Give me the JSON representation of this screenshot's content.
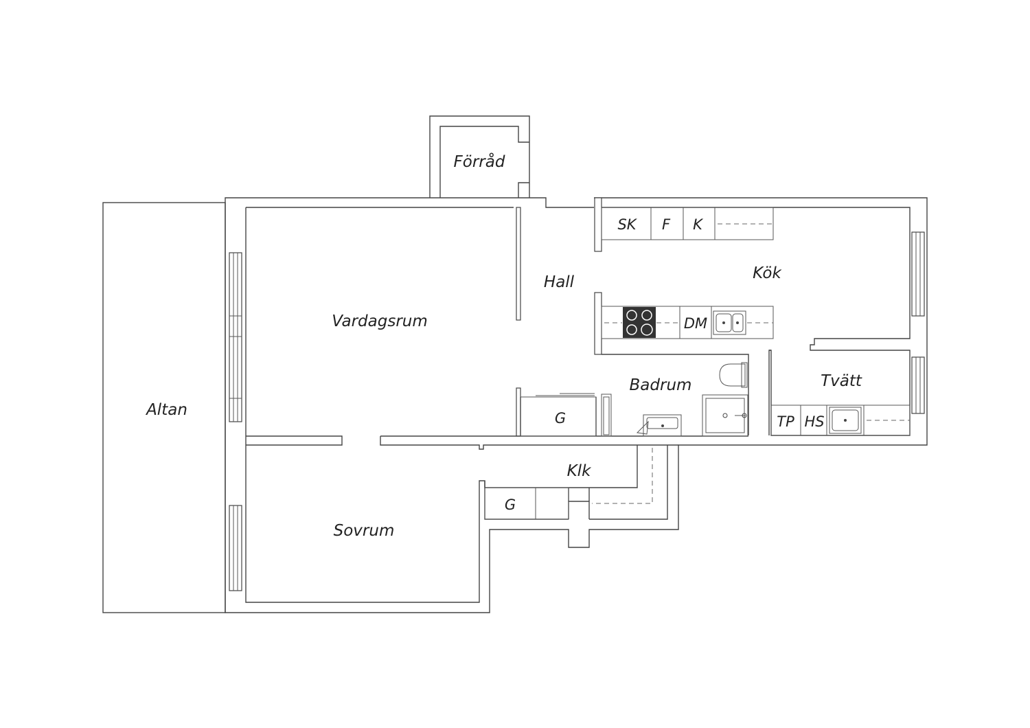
{
  "rooms": {
    "forrad": "Förråd",
    "vardagsrum": "Vardagsrum",
    "hall": "Hall",
    "kok": "Kök",
    "badrum": "Badrum",
    "tvatt": "Tvätt",
    "altan": "Altan",
    "klk": "Klk",
    "sovrum": "Sovrum"
  },
  "fixtures": {
    "sk": "SK",
    "f": "F",
    "k": "K",
    "dm": "DM",
    "g_hall": "G",
    "g_klk": "G",
    "tp": "TP",
    "hs": "HS"
  },
  "colors": {
    "line": "#444444",
    "stove": "#333333"
  }
}
